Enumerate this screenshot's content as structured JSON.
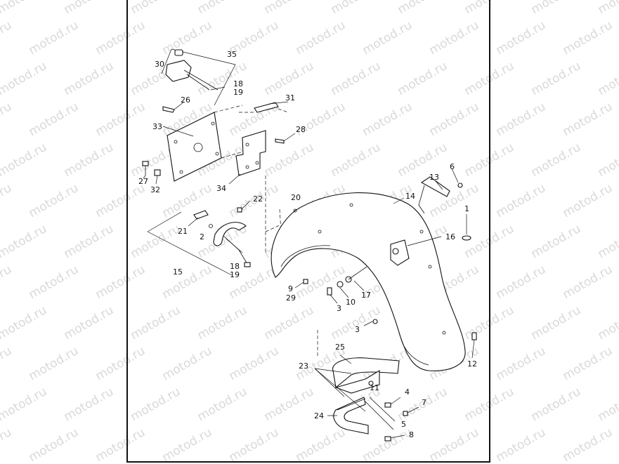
{
  "watermark": "motod.ru",
  "labels": {
    "l1": "1",
    "l2": "2",
    "l3a": "3",
    "l3b": "3",
    "l4": "4",
    "l5": "5",
    "l6": "6",
    "l7": "7",
    "l8": "8",
    "l9": "9",
    "l10": "10",
    "l11": "11",
    "l12": "12",
    "l13": "13",
    "l14": "14",
    "l15": "15",
    "l16": "16",
    "l17": "17",
    "l18a": "18",
    "l19a": "19",
    "l18b": "18",
    "l19b": "19",
    "l20": "20",
    "l21": "21",
    "l22": "22",
    "l23": "23",
    "l24": "24",
    "l25": "25",
    "l26": "26",
    "l27": "27",
    "l28": "28",
    "l29": "29",
    "l30": "30",
    "l31": "31",
    "l32": "32",
    "l33": "33",
    "l34": "34",
    "l35": "35"
  }
}
